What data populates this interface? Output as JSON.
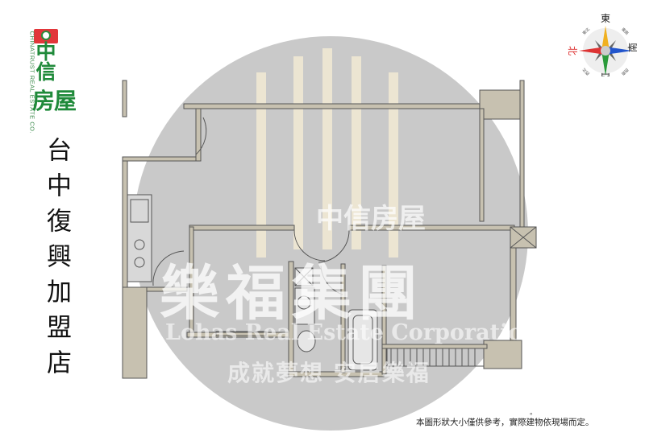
{
  "brand": {
    "name_zh": "中信房屋",
    "name_en": "CHINATRUST REAL ESTATE CO.",
    "color": "#1f8a3a",
    "accent": "#e2363a"
  },
  "store_title": "台中復興加盟店",
  "compass": {
    "north": "北",
    "south": "南",
    "east": "東",
    "west": "西",
    "northeast": "東北",
    "southeast": "東南",
    "northwest": "西北",
    "southwest": "西南"
  },
  "watermark": {
    "group_name": "樂福集團",
    "english": "Lohas Real Estate Corporation",
    "slogan": "成就夢想 安居樂福",
    "brand": "中信房屋"
  },
  "disclaimer": "本圖形狀大小僅供參考，實際建物依現場而定。",
  "disclaimer_mark": "。",
  "colors": {
    "wall": "#c7c1b0",
    "outline": "#555555",
    "background_circle": "#c9c9c9"
  }
}
